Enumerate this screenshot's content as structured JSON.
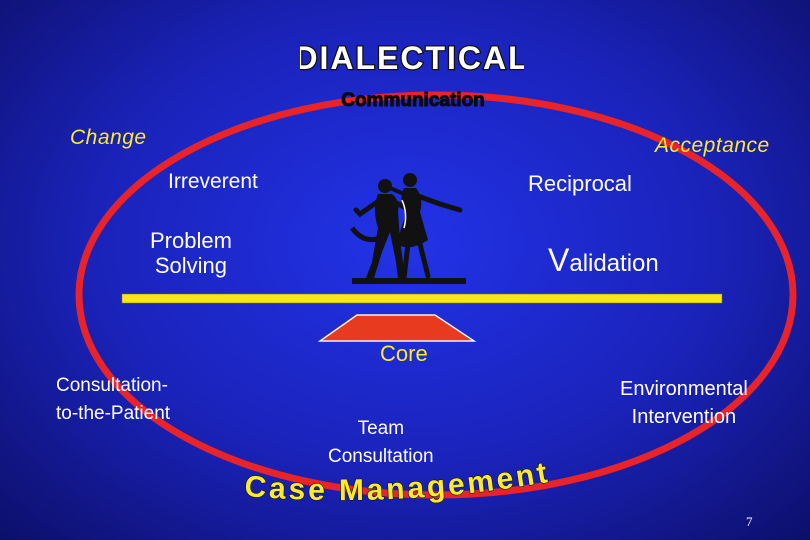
{
  "title_main": "DIALECTICAL",
  "title_sub": "Communication",
  "change": "Change",
  "acceptance": "Acceptance",
  "irreverent": "Irreverent",
  "reciprocal": "Reciprocal",
  "problem_line1": "Problem",
  "problem_line2": "Solving",
  "validation_first": "V",
  "validation_rest": "alidation",
  "core": "Core",
  "consult_line1": "Consultation-",
  "consult_line2": "to-the-Patient",
  "env_line1": "Environmental",
  "env_line2": "Intervention",
  "team_line1": "Team",
  "team_line2": "Consultation",
  "case_management": "Case Management",
  "page_number": "7",
  "icon": "dancing-couple-icon",
  "colors": {
    "ellipse": "#e8232a",
    "beam": "#f7e61c",
    "fulcrum": "#e83a1f",
    "label_yellow": "#fbea2e",
    "text_white": "#ffffff"
  }
}
